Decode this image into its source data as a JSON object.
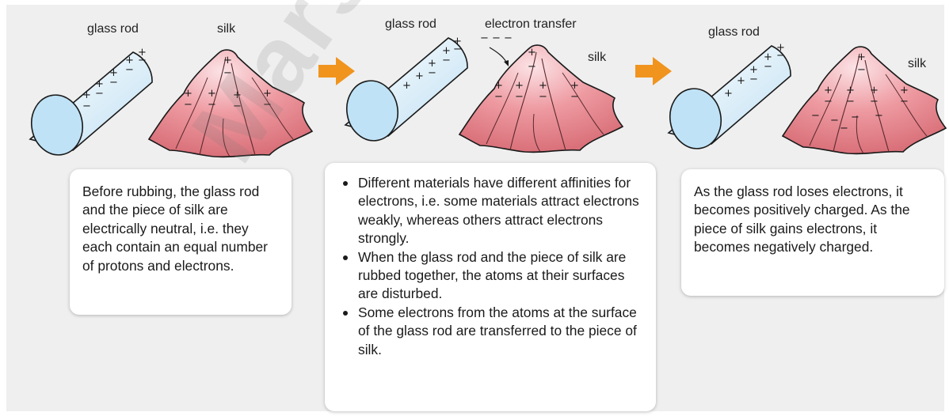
{
  "panels": [
    {
      "labels": {
        "rod": "glass rod",
        "silk": "silk"
      },
      "text": "Before rubbing, the glass rod and the piece of silk are electrically neutral, i.e. they each contain an equal number of protons and electrons."
    },
    {
      "labels": {
        "rod": "glass rod",
        "transfer": "electron transfer",
        "silk": "silk"
      },
      "bullets": [
        "Different materials have different affinities for electrons, i.e. some materials attract electrons weakly, whereas others attract electrons strongly.",
        "When the glass rod and the piece of silk are rubbed together, the atoms at their surfaces are disturbed.",
        "Some electrons from the atoms at the surface of the glass rod are transferred to the piece of silk."
      ]
    },
    {
      "labels": {
        "rod": "glass rod",
        "silk": "silk"
      },
      "text": "As the glass rod loses electrons, it becomes positively charged. As the piece of silk gains electrons, it becomes negatively charged."
    }
  ],
  "watermark": "Marshall",
  "colors": {
    "arrow": "#f0941e",
    "silk": "#e8878d",
    "rod": "#d6ecf7",
    "background": "#efefef"
  },
  "icons": [
    "glass-rod-icon",
    "silk-cloth-icon",
    "right-arrow-icon"
  ]
}
